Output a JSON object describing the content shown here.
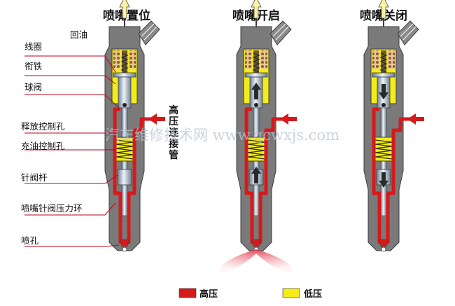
{
  "titles": {
    "home": "喷嘴置位",
    "open": "喷嘴开启",
    "close": "喷嘴关闭"
  },
  "callouts": {
    "return_oil": "回油",
    "coil": "线圈",
    "armature": "衔铁",
    "ball_valve": "球阀",
    "release_orifice": "释放控制孔",
    "fill_orifice": "充油控制孔",
    "needle_rod": "针阀杆",
    "pressure_ring": "喷嘴针阀压力环",
    "nozzle_hole": "喷孔",
    "hp_connector": [
      "高",
      "压",
      "连",
      "接",
      "管"
    ]
  },
  "legend": {
    "high_label": "高压",
    "low_label": "低压",
    "high_color": "#d6191b",
    "low_color": "#f3ec16"
  },
  "watermark": "汽车维修技术网 www.qcwxjs.com",
  "colors": {
    "body": "#7a7a7a",
    "body_dark": "#4e4e4e",
    "arrow_fill": "#fbf3a2",
    "flow_arrow": "#d6191b",
    "metal": "#c9d3dc",
    "spray": "#e8485a"
  }
}
